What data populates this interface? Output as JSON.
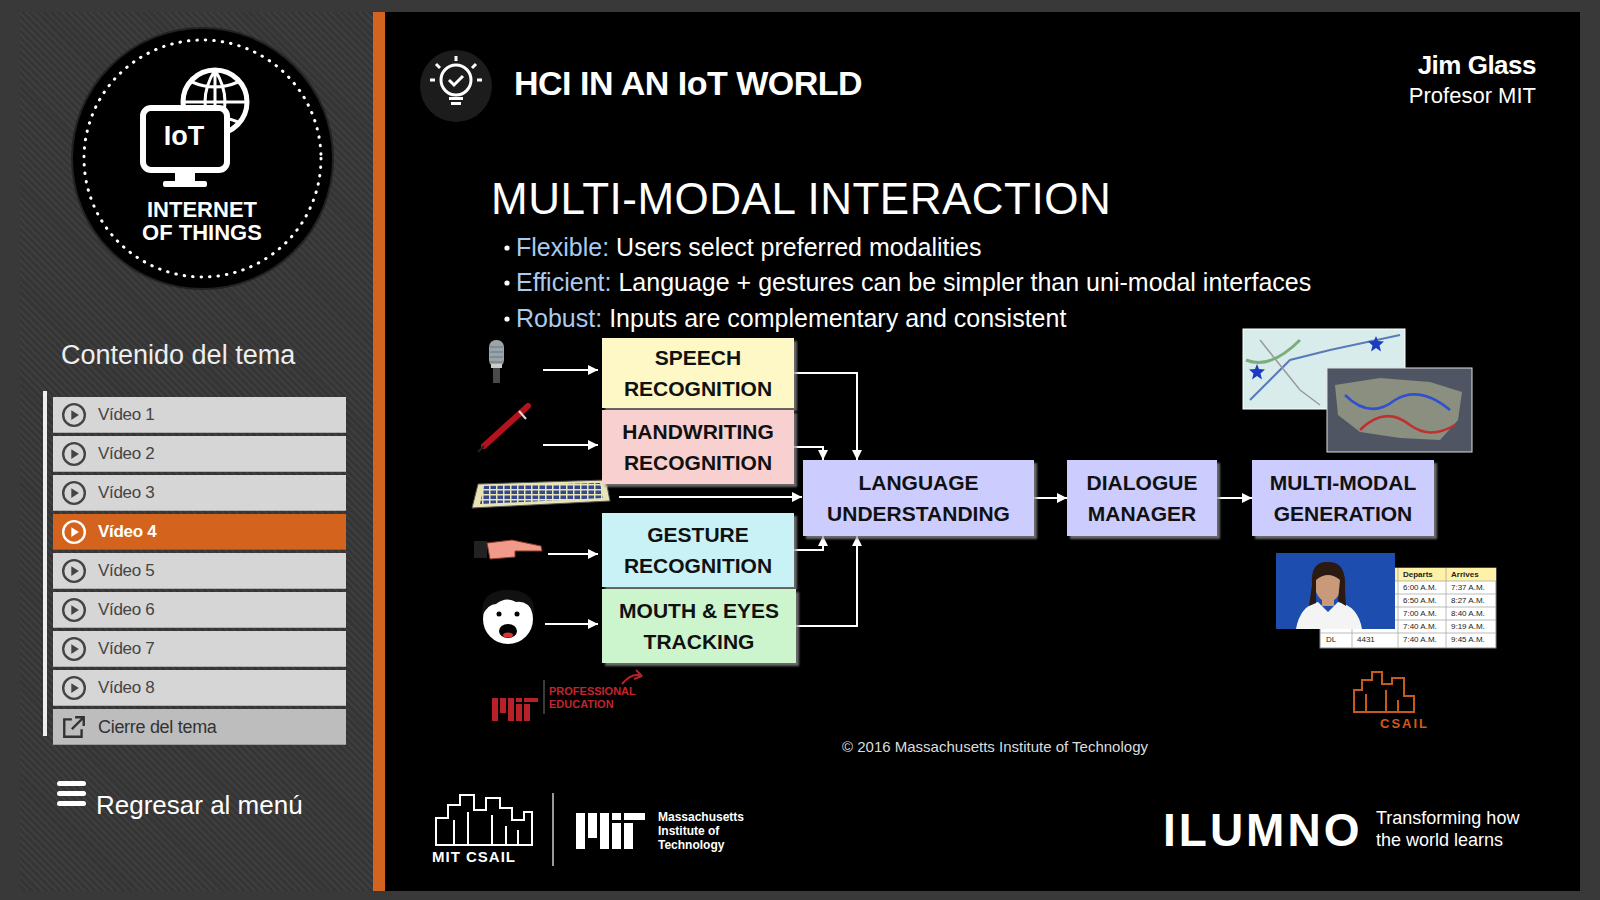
{
  "diagram": {
    "title": "MULTI-MODAL INTERACTION",
    "nodes": [
      {
        "text": [
          "IoT",
          "INTERNET OF THINGS"
        ]
      },
      {
        "text": [
          "Vídeo 1"
        ]
      },
      {
        "text": [
          "Vídeo 2"
        ]
      },
      {
        "text": [
          "Vídeo 3"
        ]
      },
      {
        "text": [
          "Vídeo 4"
        ]
      },
      {
        "text": [
          "Vídeo 5"
        ]
      },
      {
        "text": [
          "Vídeo 6"
        ]
      },
      {
        "text": [
          "Vídeo 7"
        ]
      },
      {
        "text": [
          "Vídeo 8"
        ]
      },
      {
        "text": [
          "Cierre del tema"
        ]
      },
      {
        "text": [
          "SPEECH RECOGNITION"
        ]
      },
      {
        "text": [
          "HANDWRITING RECOGNITION"
        ]
      },
      {
        "text": [
          "GESTURE RECOGNITION"
        ]
      },
      {
        "text": [
          "MOUTH & EYES TRACKING"
        ]
      },
      {
        "text": [
          "LANGUAGE UNDERSTANDING"
        ]
      },
      {
        "text": [
          "DIALOGUE MANAGER"
        ]
      },
      {
        "text": [
          "MULTI-MODAL GENERATION"
        ]
      }
    ],
    "edges": [
      {
        "from": 10,
        "to": 14,
        "arrow": "to"
      },
      {
        "from": 11,
        "to": 14,
        "arrow": "to"
      },
      {
        "from": 12,
        "to": 14,
        "arrow": "to"
      },
      {
        "from": 13,
        "to": 14,
        "arrow": "to"
      },
      {
        "from": 14,
        "to": 15,
        "arrow": "to"
      },
      {
        "from": 15,
        "to": 16,
        "arrow": "to"
      }
    ],
    "labels": [
      "HCI IN AN IoT WORLD",
      "Jim Glass",
      "Profesor MIT",
      "Contenido del tema",
      "Regresar al menú",
      "Flexible:",
      "Users select preferred modalities",
      "Efficient:",
      "Language + gestures can be simpler than uni-modal interfaces",
      "Robust:",
      "Inputs are complementary and consistent",
      "PROFESSIONAL EDUCATION",
      "CSAIL",
      "© 2016 Massachusetts Institute of Technology",
      "MIT CSAIL",
      "Massachusetts Institute of Technology",
      "ILUMNO",
      "Transforming how the world learns",
      "Departs",
      "Arrives",
      "6:00 A.M.",
      "7:37 A.M.",
      "6:50 A.M.",
      "8:27 A.M.",
      "7:00 A.M.",
      "8:40 A.M.",
      "7:40 A.M.",
      "9:19 A.M.",
      "DL",
      "4431",
      "7:40 A.M.",
      "9:45 A.M."
    ]
  }
}
